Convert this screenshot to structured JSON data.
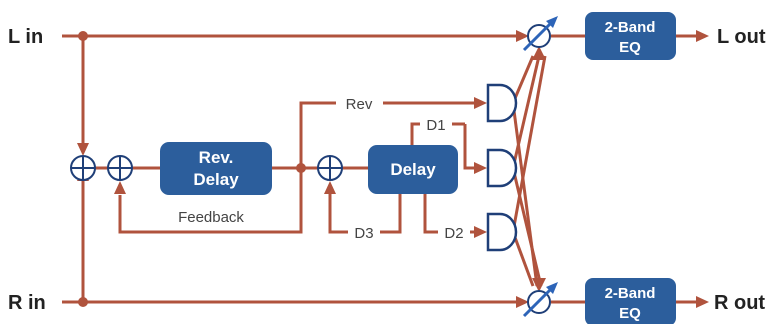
{
  "inputs": {
    "left": "L in",
    "right": "R in"
  },
  "outputs": {
    "left": "L out",
    "right": "R out"
  },
  "blocks": {
    "rev_delay": {
      "line1": "Rev.",
      "line2": "Delay"
    },
    "delay": "Delay",
    "eq_left": {
      "line1": "2-Band",
      "line2": "EQ"
    },
    "eq_right": {
      "line1": "2-Band",
      "line2": "EQ"
    }
  },
  "signals": {
    "feedback": "Feedback",
    "rev": "Rev",
    "d1": "D1",
    "d2": "D2",
    "d3": "D3"
  },
  "colors": {
    "wire": "#b0533d",
    "block": "#2c5e9c",
    "symbol_stroke": "#1f3f78",
    "mixer_arrow": "#2d64b8"
  }
}
